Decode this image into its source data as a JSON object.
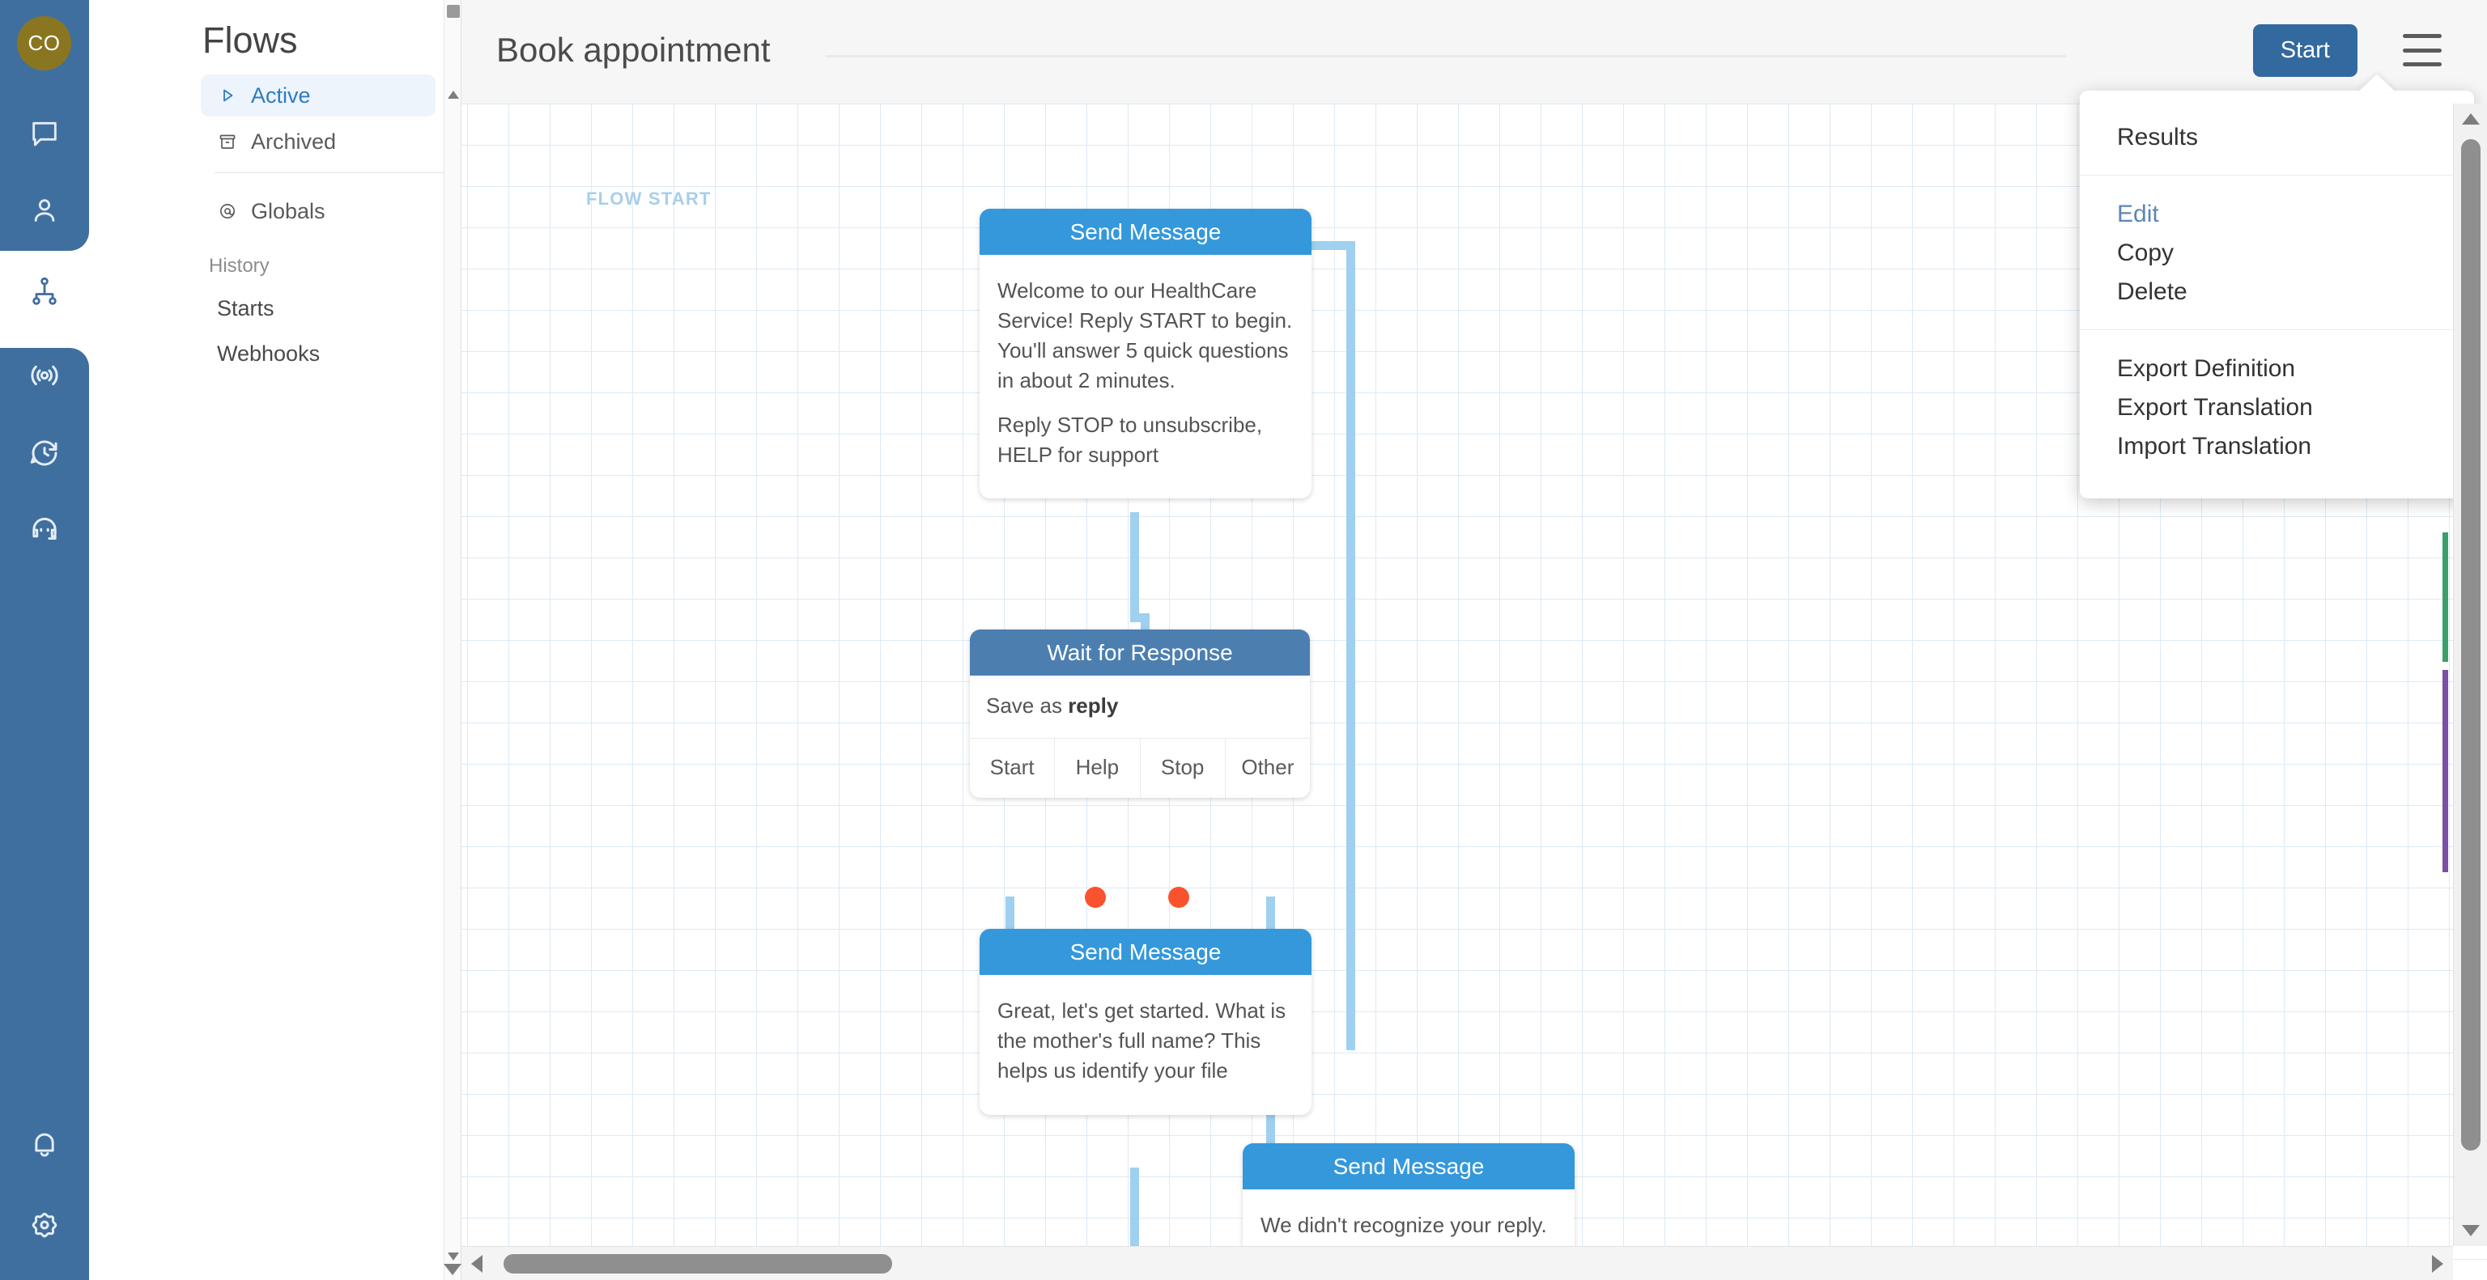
{
  "rail": {
    "avatar_initials": "CO",
    "items": [
      {
        "icon": "chat-bubble-icon",
        "name": "messages"
      },
      {
        "icon": "contact-person-icon",
        "name": "contacts"
      },
      {
        "icon": "flow-tree-icon",
        "name": "flows",
        "active": true
      },
      {
        "icon": "broadcast-waves-icon",
        "name": "campaigns"
      },
      {
        "icon": "ticket-history-icon",
        "name": "triggers"
      },
      {
        "icon": "headset-agent-icon",
        "name": "tickets"
      },
      {
        "icon": "bell-icon",
        "name": "notifications"
      },
      {
        "icon": "gear-icon",
        "name": "settings"
      }
    ]
  },
  "flows_panel": {
    "title": "Flows",
    "collapse_icon": "chevron-double-left-icon",
    "nav": [
      {
        "label": "Active",
        "icon": "play-triangle-icon",
        "active": true
      },
      {
        "label": "Archived",
        "icon": "archive-box-icon",
        "active": false
      },
      {
        "label": "Globals",
        "icon": "at-sign-icon",
        "active": false
      }
    ],
    "section_label": "History",
    "history": [
      {
        "label": "Starts"
      },
      {
        "label": "Webhooks"
      }
    ]
  },
  "header": {
    "title": "Book appointment",
    "start_label": "Start",
    "menu_icon": "hamburger-menu-icon"
  },
  "menu": {
    "groups": [
      [
        {
          "label": "Results",
          "accent": false
        }
      ],
      [
        {
          "label": "Edit",
          "accent": true
        },
        {
          "label": "Copy",
          "accent": false
        },
        {
          "label": "Delete",
          "accent": false
        }
      ],
      [
        {
          "label": "Export Definition",
          "accent": false
        },
        {
          "label": "Export Translation",
          "accent": false
        },
        {
          "label": "Import Translation",
          "accent": false
        }
      ]
    ]
  },
  "canvas": {
    "flow_start_label": "FLOW START",
    "nodes": [
      {
        "id": "n1",
        "type": "send",
        "title": "Send Message",
        "paragraphs": [
          "Welcome to our HealthCare Service! Reply START to begin. You'll answer 5 quick questions in about 2 minutes.",
          "Reply STOP to unsubscribe, HELP for support"
        ]
      },
      {
        "id": "n2",
        "type": "wait",
        "title": "Wait for Response",
        "save_as_prefix": "Save as",
        "save_as_value": "reply",
        "exits": [
          {
            "label": "Start",
            "dot": false
          },
          {
            "label": "Help",
            "dot": true
          },
          {
            "label": "Stop",
            "dot": true
          },
          {
            "label": "Other",
            "dot": false
          }
        ]
      },
      {
        "id": "n3",
        "type": "send",
        "title": "Send Message",
        "paragraphs": [
          "Great, let's get started. What is the mother's full name? This helps us identify your file"
        ]
      },
      {
        "id": "n4",
        "type": "send",
        "title": "Send Message",
        "paragraphs": [
          "We didn't recognize your reply. Please type START to begin."
        ]
      }
    ]
  },
  "colors": {
    "rail_bg": "#3f6f9f",
    "avatar_bg": "#8a7620",
    "accent_blue": "#2e7cc0",
    "send_header": "#3498db",
    "wait_header": "#4c7fb0",
    "connector": "#9fd0ef",
    "exit_dot": "#f9532e",
    "start_button": "#32699f",
    "grid_line": "#ddeaf5"
  }
}
